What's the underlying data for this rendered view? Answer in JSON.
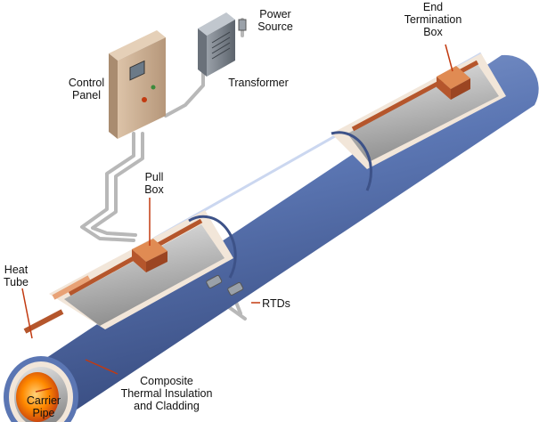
{
  "labels": {
    "power_source": "Power\nSource",
    "end_termination_box": "End\nTermination\nBox",
    "control_panel": "Control\nPanel",
    "transformer": "Transformer",
    "pull_box": "Pull\nBox",
    "rtds": "RTDs",
    "heat_tube": "Heat\nTube",
    "composite_insulation": "Composite\nThermal Insulation\nand Cladding",
    "carrier_pipe": "Carrier\nPipe"
  },
  "colors": {
    "cladding": "#5b76b3",
    "pipe_steel": "#b3b3b3",
    "heat_tube": "#b5562c",
    "box": "#c4622e",
    "panel": "#cdb092",
    "pipe_end": "#ff8a00"
  }
}
